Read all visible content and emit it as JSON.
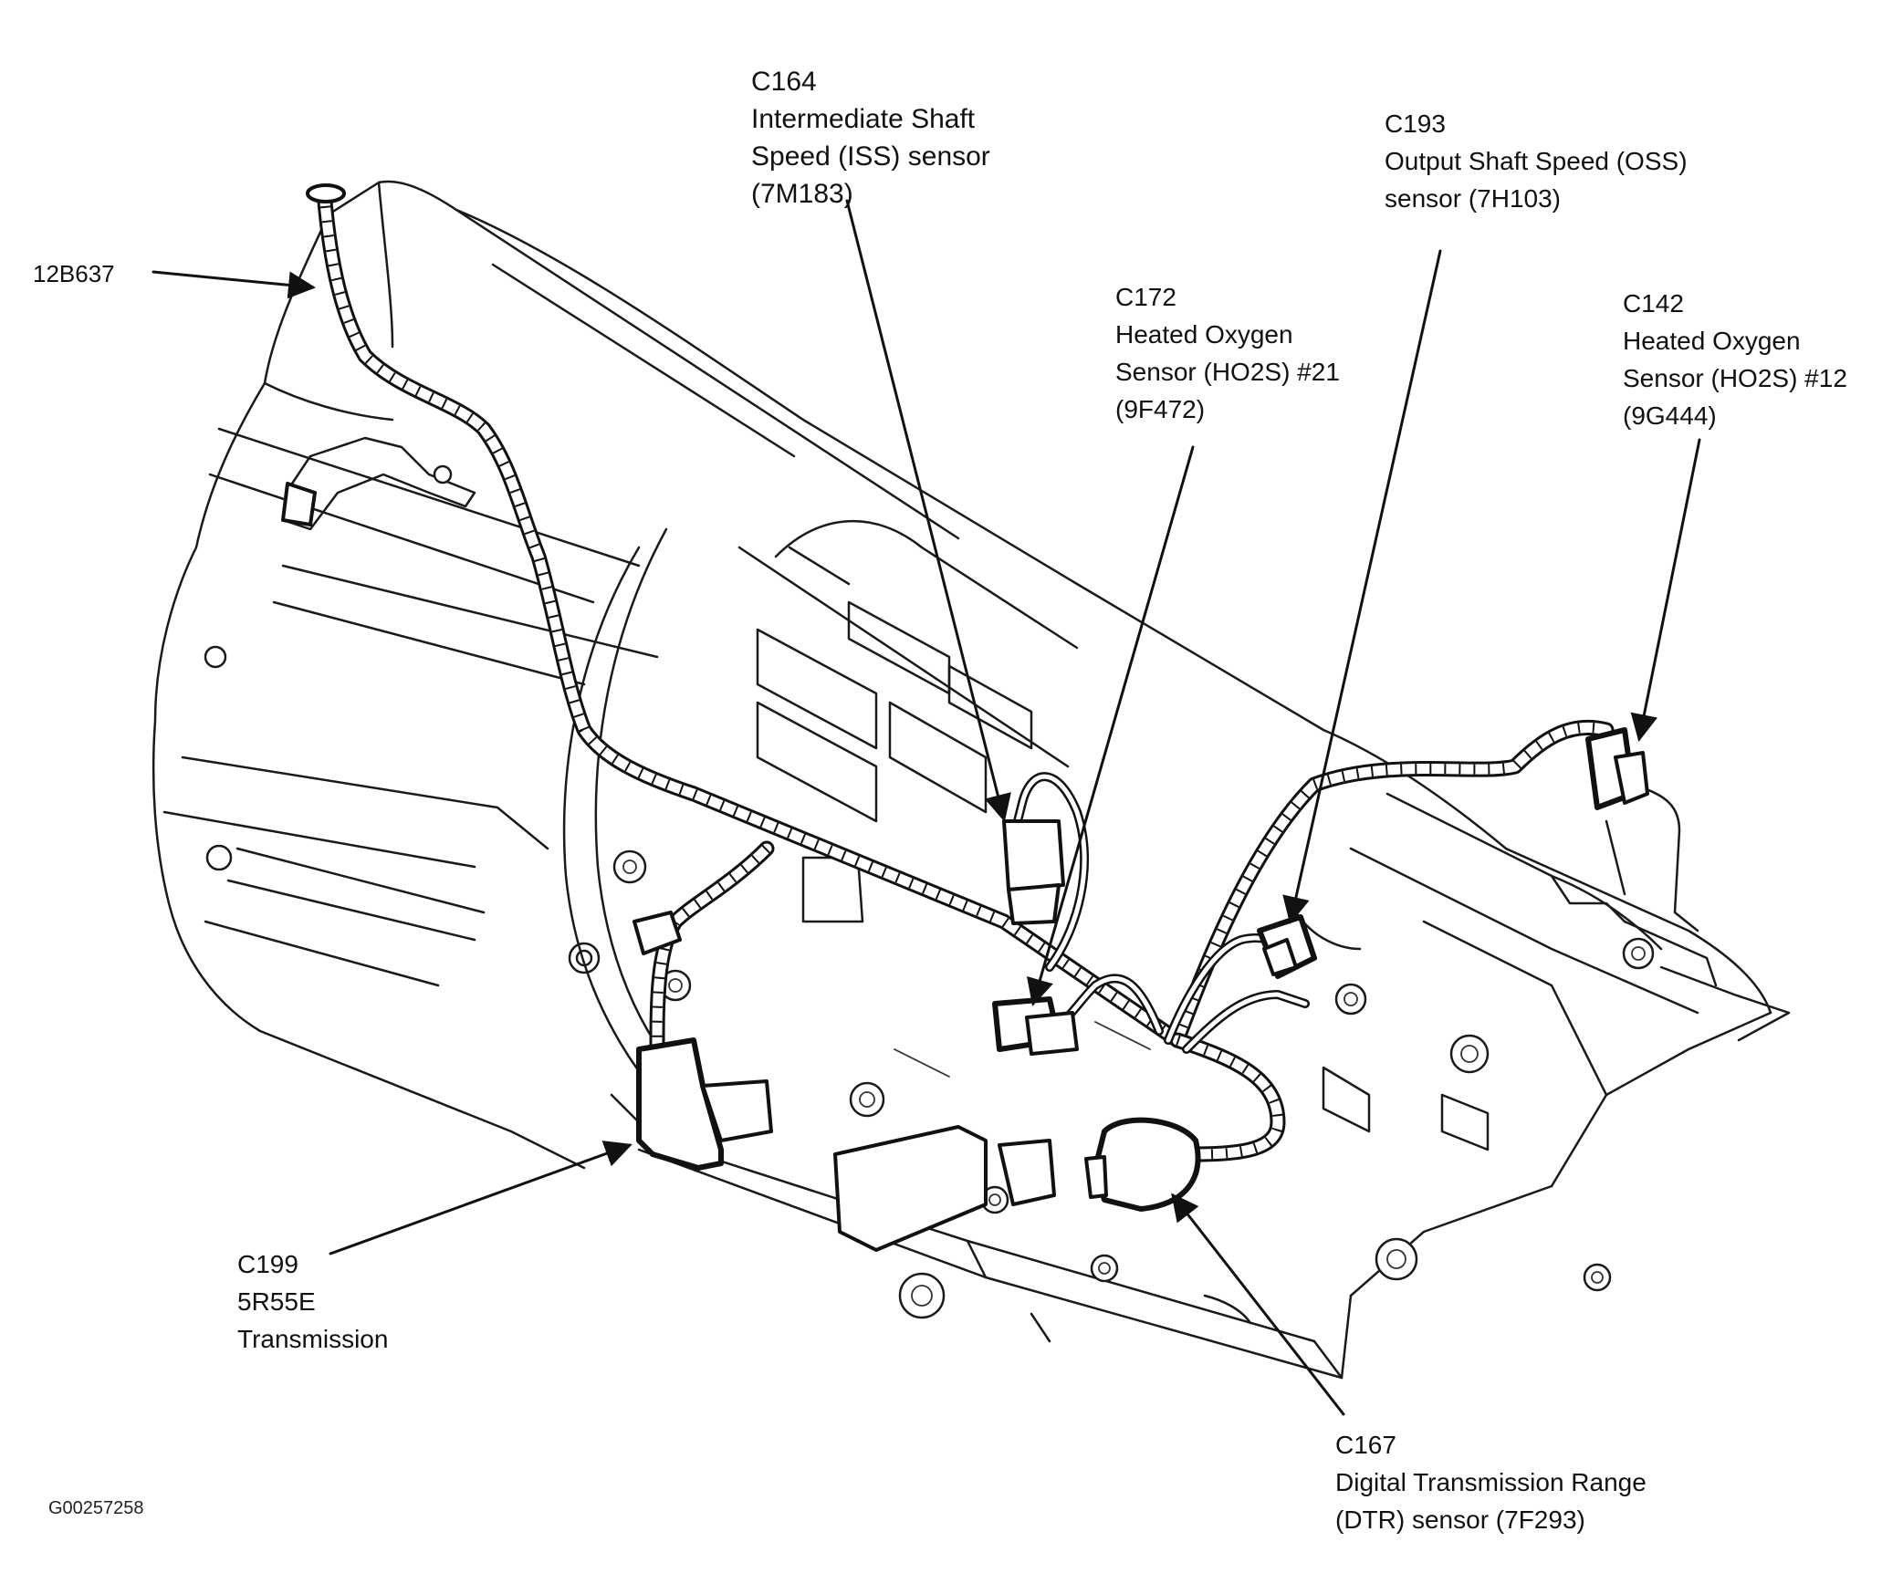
{
  "callouts": {
    "c164": {
      "id": "C164",
      "lines": [
        "Intermediate Shaft",
        "Speed (ISS) sensor",
        "(7M183)"
      ]
    },
    "c193": {
      "id": "C193",
      "lines": [
        "Output Shaft Speed (OSS)",
        "sensor (7H103)"
      ]
    },
    "c172": {
      "id": "C172",
      "lines": [
        "Heated Oxygen",
        "Sensor (HO2S) #21",
        "(9F472)"
      ]
    },
    "c142": {
      "id": "C142",
      "lines": [
        "Heated Oxygen",
        "Sensor (HO2S) #12",
        "(9G444)"
      ]
    },
    "harness": {
      "id": "12B637"
    },
    "c199": {
      "id": "C199",
      "lines": [
        "5R55E",
        "Transmission"
      ]
    },
    "c167": {
      "id": "C167",
      "lines": [
        "Digital Transmission Range",
        "(DTR) sensor (7F293)"
      ]
    }
  },
  "figure_id": "G00257258"
}
